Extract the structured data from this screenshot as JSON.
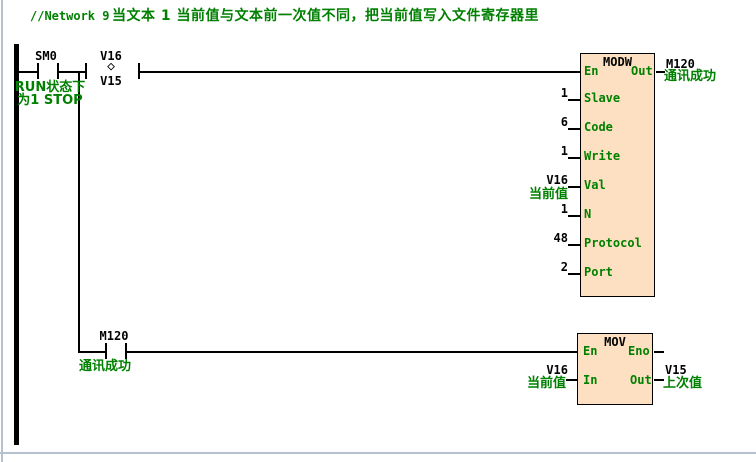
{
  "comment": {
    "prefix": "//Network 9",
    "text": "当文本 1 当前值与文本前一次值不同，把当前值写入文件寄存器里"
  },
  "colors": {
    "annotation_green": "#008000",
    "block_fill": "#FDE0C1",
    "wire_black": "#000000"
  },
  "rung1": {
    "contact_sm0": {
      "label": "SM0",
      "note_line1": "RUN状态下",
      "note_line2": "为1 STOP"
    },
    "compare_contact": {
      "operand_top": "V16",
      "symbol": "◇",
      "operand_bottom": "V15"
    },
    "modw_block": {
      "title": "MODW",
      "en_label": "En",
      "out_label": "Out",
      "output": {
        "address": "M120",
        "note": "通讯成功"
      },
      "pins": [
        {
          "value": "1",
          "name": "Slave"
        },
        {
          "value": "6",
          "name": "Code"
        },
        {
          "value": "1",
          "name": "Write"
        },
        {
          "value": "V16",
          "note": "当前值",
          "name": "Val"
        },
        {
          "value": "1",
          "name": "N"
        },
        {
          "value": "48",
          "name": "Protocol"
        },
        {
          "value": "2",
          "name": "Port"
        }
      ]
    }
  },
  "rung2": {
    "contact_m120": {
      "label": "M120",
      "note": "通讯成功"
    },
    "mov_block": {
      "title": "MOV",
      "en_label": "En",
      "eno_label": "Eno",
      "in_label": "In",
      "out_label": "Out",
      "input": {
        "address": "V16",
        "note": "当前值"
      },
      "output": {
        "address": "V15",
        "note": "上次值"
      }
    }
  }
}
